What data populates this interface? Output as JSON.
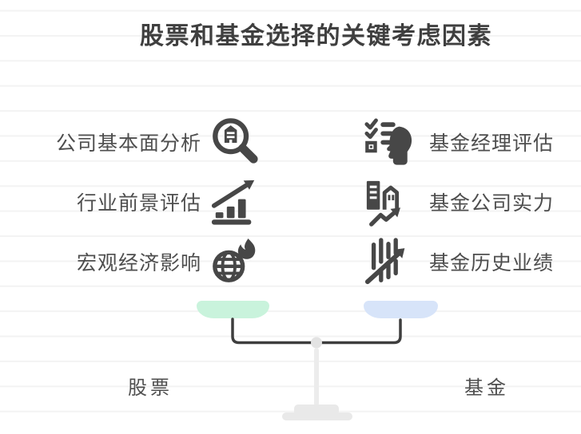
{
  "title": "股票和基金选择的关键考虑因素",
  "columns": {
    "left": {
      "items": [
        {
          "label": "公司基本面分析",
          "icon": "magnifier-building-icon"
        },
        {
          "label": "行业前景评估",
          "icon": "bar-chart-growth-icon"
        },
        {
          "label": "宏观经济影响",
          "icon": "globe-flame-icon"
        }
      ]
    },
    "right": {
      "items": [
        {
          "label": "基金经理评估",
          "icon": "manager-checklist-head-icon"
        },
        {
          "label": "基金公司实力",
          "icon": "company-buildings-trend-icon"
        },
        {
          "label": "基金历史业绩",
          "icon": "candlestick-trend-icon"
        }
      ]
    }
  },
  "scale": {
    "left_label": "股票",
    "right_label": "基金",
    "left_pan_color": "#c9f3dc",
    "right_pan_color": "#d7e4f9"
  },
  "colors": {
    "icon": "#474747",
    "text": "#4e4e4e",
    "title": "#3f3f3f",
    "bracket": "#3e3e3e",
    "pivot_circle": "#e3e3e3",
    "stand": "#e9e9e9",
    "ruled_line": "#f3f3f3"
  }
}
